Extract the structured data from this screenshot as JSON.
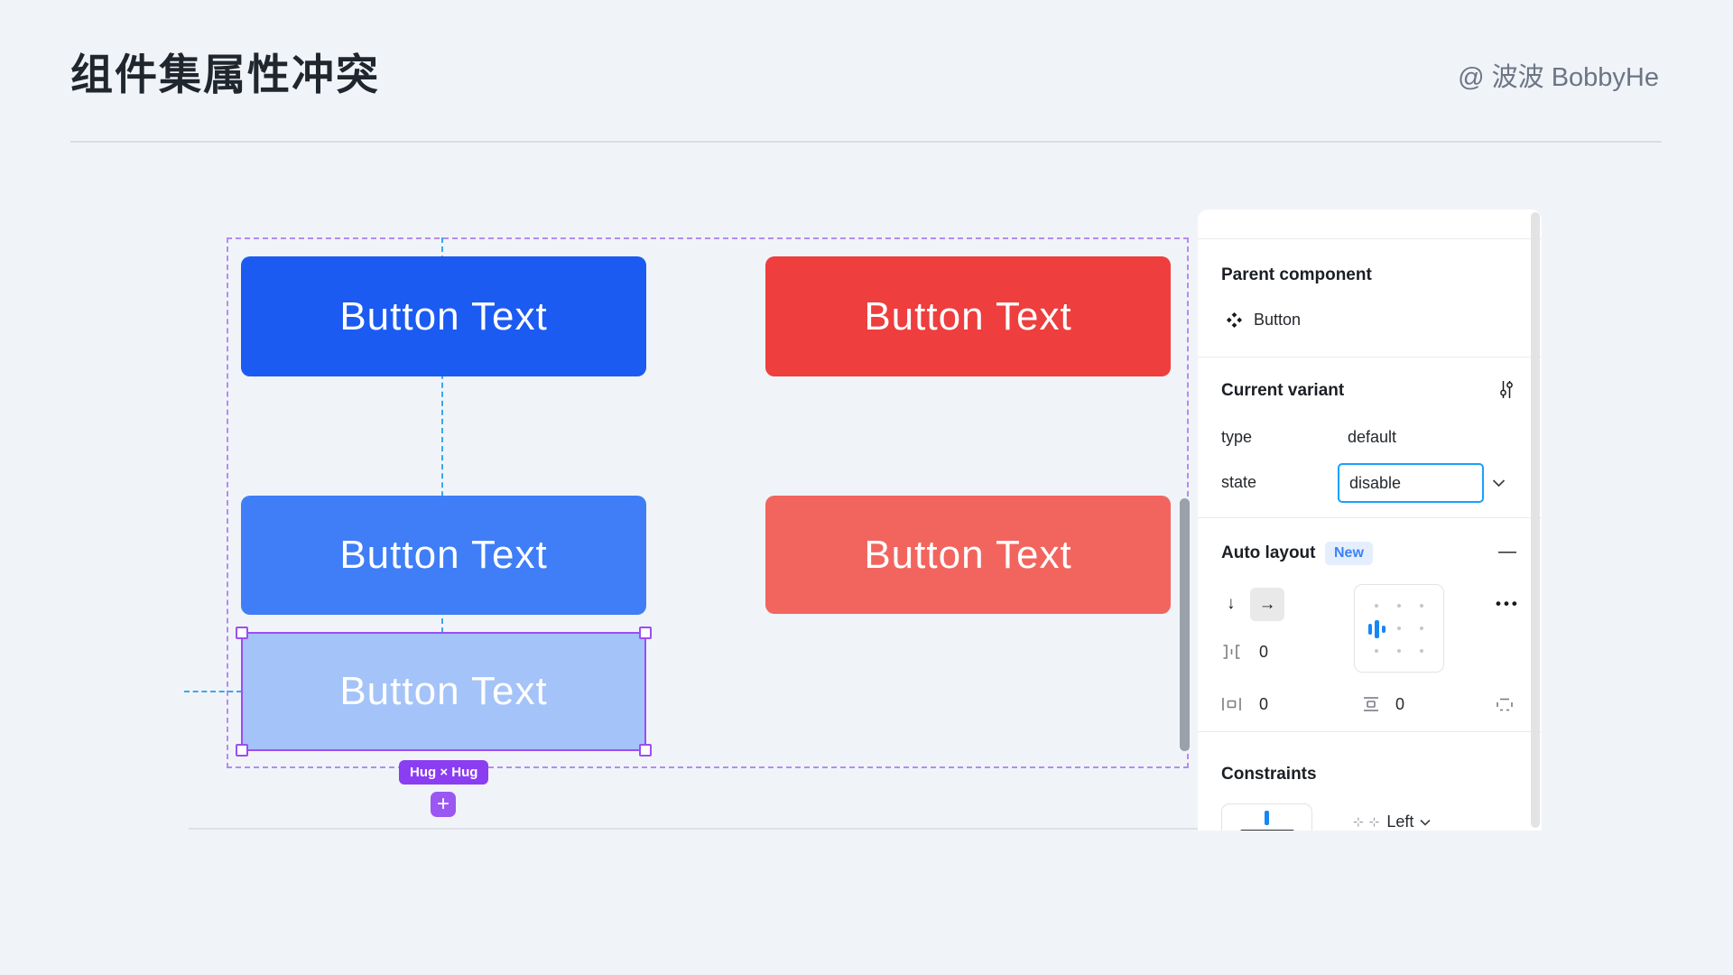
{
  "header": {
    "title": "组件集属性冲突",
    "author": "@ 波波 BobbyHe"
  },
  "canvas": {
    "buttons": [
      {
        "label": "Button Text",
        "color": "#1c5bf2"
      },
      {
        "label": "Button Text",
        "color": "#ee3e3e"
      },
      {
        "label": "Button Text",
        "color": "#3f7ef6"
      },
      {
        "label": "Button Text",
        "color": "#f2655f"
      },
      {
        "label": "Button Text",
        "color": "#a4c3f8",
        "state": "selected"
      }
    ],
    "size_badge": "Hug × Hug",
    "add_button": "+"
  },
  "panel": {
    "parent_component": {
      "heading": "Parent component",
      "component_name": "Button"
    },
    "current_variant": {
      "heading": "Current variant",
      "type_label": "type",
      "type_value": "default",
      "state_label": "state",
      "state_value": "disable"
    },
    "auto_layout": {
      "heading": "Auto layout",
      "badge": "New",
      "direction_down": "↓",
      "direction_right": "→",
      "spacing_value": "0",
      "padding_horizontal_value": "0",
      "padding_vertical_value": "0",
      "more": "•••",
      "collapse": "—"
    },
    "constraints": {
      "heading": "Constraints",
      "horizontal_value": "Left",
      "mini_icons": "⊹ ⊹"
    }
  },
  "colors": {
    "page_background": "#f0f4f8",
    "accent_blue": "#18a0fb",
    "selection_purple": "#9b4ef3",
    "badge_purple": "#8b3df2",
    "guide_blue": "#3aa7ee",
    "dashed_frame_purple": "#b48cf0"
  }
}
